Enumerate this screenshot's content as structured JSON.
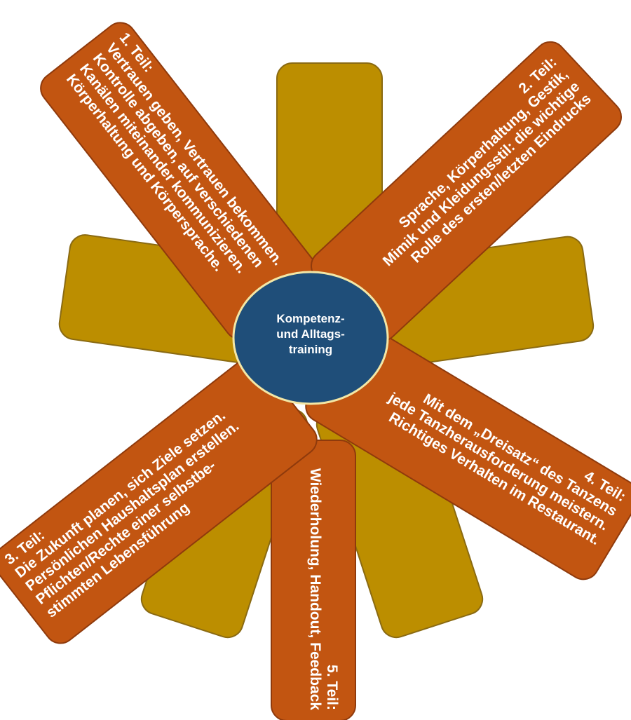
{
  "diagram": {
    "center": {
      "lines": [
        "Kompetenz-",
        "und Alltags-",
        "training"
      ]
    },
    "parts": [
      {
        "id": "part1",
        "lines": [
          "1. Teil:",
          "Vertrauen geben, Vertrauen bekommen.",
          "Kontrolle abgeben, auf verschiedenen",
          "Kanälen miteinander kommunizieren.",
          "Körperhaltung und Körpersprache."
        ]
      },
      {
        "id": "part2",
        "lines": [
          "2. Teil:",
          "Sprache, Körperhaltung, Gestik,",
          "Mimik und Kleidungsstil: die wichtige",
          "Rolle des ersten/letzten Eindrucks"
        ]
      },
      {
        "id": "part3",
        "lines": [
          "3. Teil:",
          "Die Zukunft planen, sich Ziele setzen.",
          "Persönlichen Haushaltsplan erstellen.",
          "Pflichten/Rechte einer selbstbe-",
          "stimmten Lebensführung"
        ]
      },
      {
        "id": "part4",
        "lines": [
          "4. Teil:",
          "Mit dem „Dreisatz“ des Tanzens",
          "jede Tanzherausforderung meistern.",
          "Richtiges Verhalten im Restaurant."
        ]
      },
      {
        "id": "part5",
        "lines": [
          "5. Teil:",
          "Wiederholung, Handout, Feedback"
        ]
      }
    ],
    "colors": {
      "gold_petal": "#bc8e00",
      "orange_petal": "#c25511",
      "center_fill": "#1f4e79",
      "center_border": "#f3e7a6",
      "text": "#ffffff"
    }
  }
}
